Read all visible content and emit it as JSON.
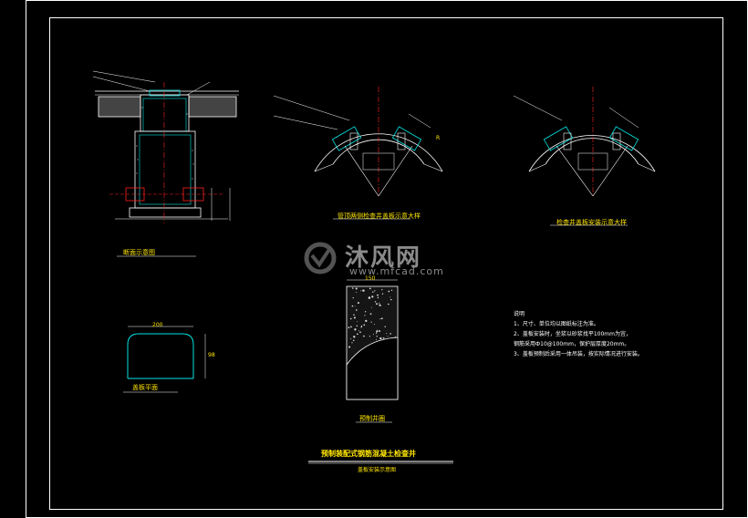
{
  "drawing": {
    "section_caption": "断面示意图",
    "arch_detail_left_caption": "管顶两侧检查井盖板示意大样",
    "arch_detail_right_caption": "检查井盖板安装示意大样",
    "plan_caption": "盖板平面",
    "precast_caption": "预制井圈",
    "main_title": "预制装配式钢筋混凝土检查井",
    "sub_title": "盖板安装示意图",
    "dim_width": "200",
    "dim_height": "98",
    "dim_top": "150",
    "arch_angle": "R"
  },
  "notes": {
    "heading": "说明",
    "items": [
      "1、尺寸、单位均以图纸标注为准。",
      "2、盖板安装时，坐浆以砂浆找平100mm为宜，",
      "   钢筋采用Ф10@100mm，保护层厚度20mm。",
      "3、盖板预制后采用一体吊装，按实际情况进行安装。"
    ]
  },
  "watermark": {
    "text_cn": "沐风网",
    "text_en": "www.mfcad.com"
  },
  "colors": {
    "background": "#000000",
    "frame": "#ffffff",
    "cyan": "#00e5e5",
    "red": "#ff2020",
    "yellow": "#ffe600",
    "watermark": "#8a8a8a"
  }
}
